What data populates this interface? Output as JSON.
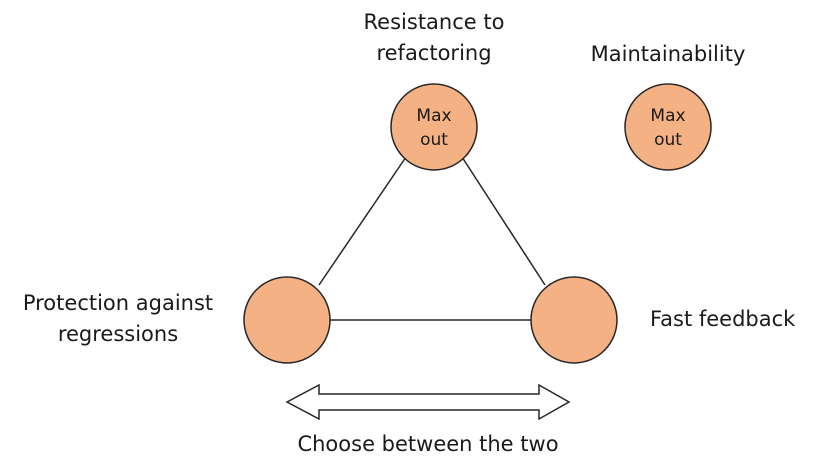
{
  "diagram": {
    "nodes": {
      "top": {
        "label_line1": "Resistance to",
        "label_line2": "refactoring",
        "inner_line1": "Max",
        "inner_line2": "out"
      },
      "maintainability": {
        "label": "Maintainability",
        "inner_line1": "Max",
        "inner_line2": "out"
      },
      "left": {
        "label_line1": "Protection against",
        "label_line2": "regressions"
      },
      "right": {
        "label": "Fast feedback"
      }
    },
    "arrow_caption": "Choose between the two",
    "colors": {
      "circle_fill": "#F4B183",
      "stroke": "#262626"
    }
  }
}
